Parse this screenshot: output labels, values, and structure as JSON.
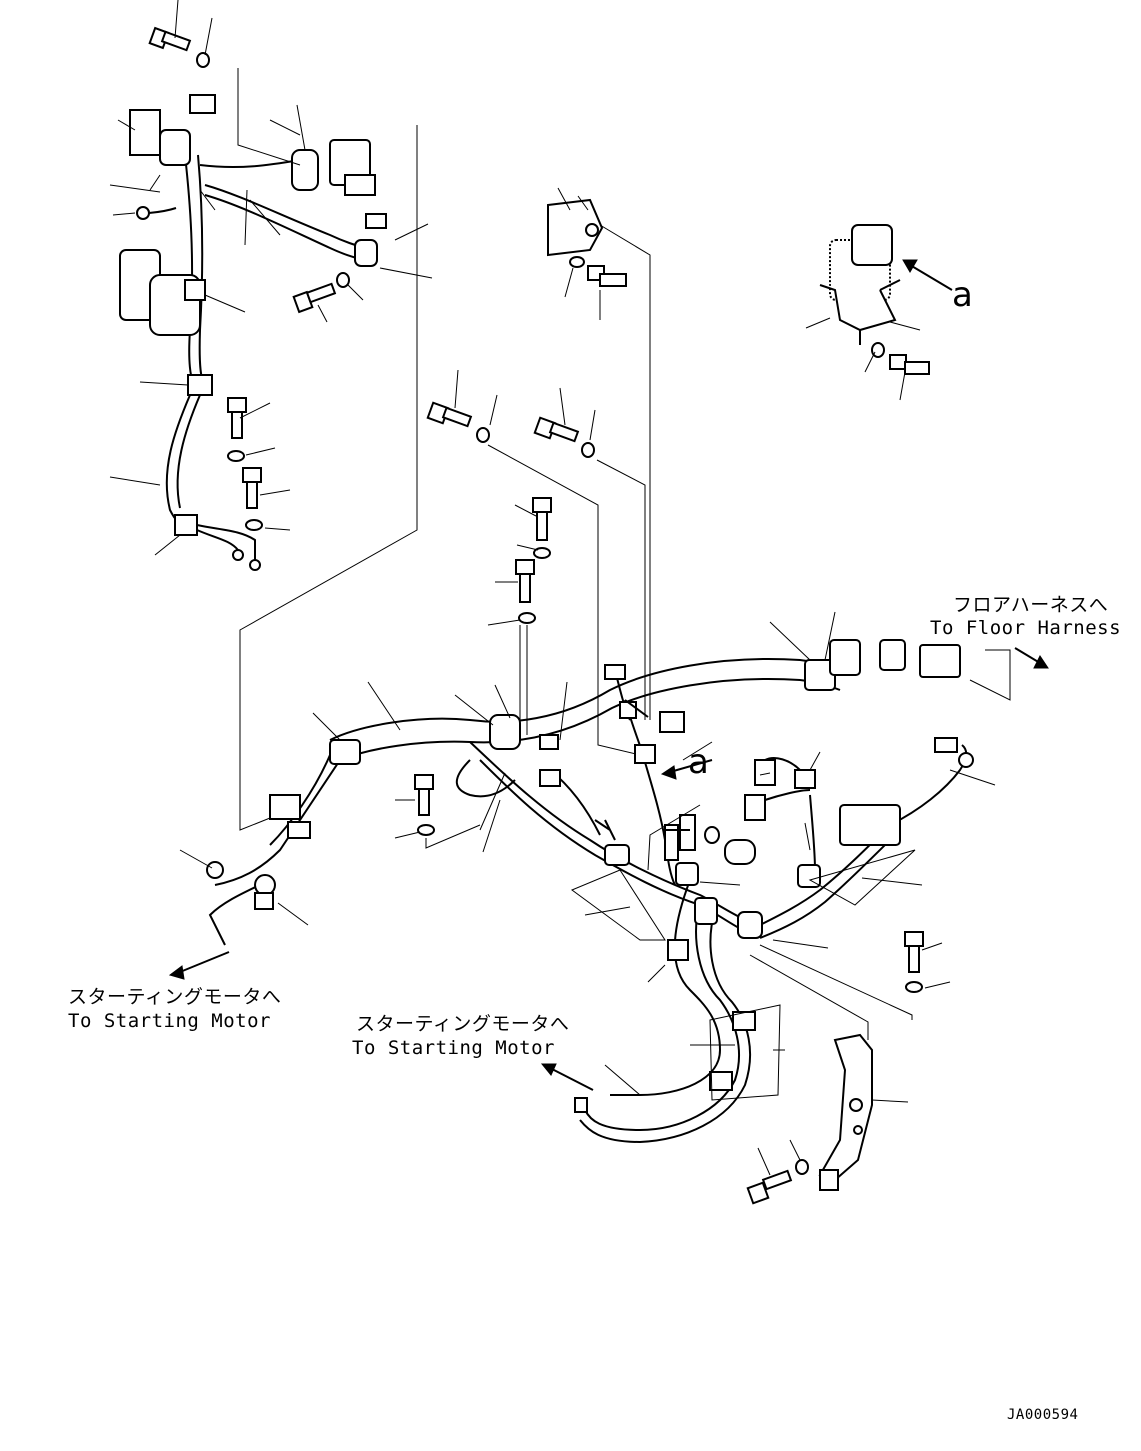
{
  "labels": {
    "floor_harness_jp": "フロアハーネスへ",
    "floor_harness_en": "To Floor Harness",
    "starting_motor_left_jp": "スターティングモータへ",
    "starting_motor_left_en": "To Starting Motor",
    "starting_motor_center_jp": "スターティングモータへ",
    "starting_motor_center_en": "To Starting Motor",
    "view_a_top": "a",
    "view_a_mid": "a",
    "drawing_code": "JA000594"
  }
}
